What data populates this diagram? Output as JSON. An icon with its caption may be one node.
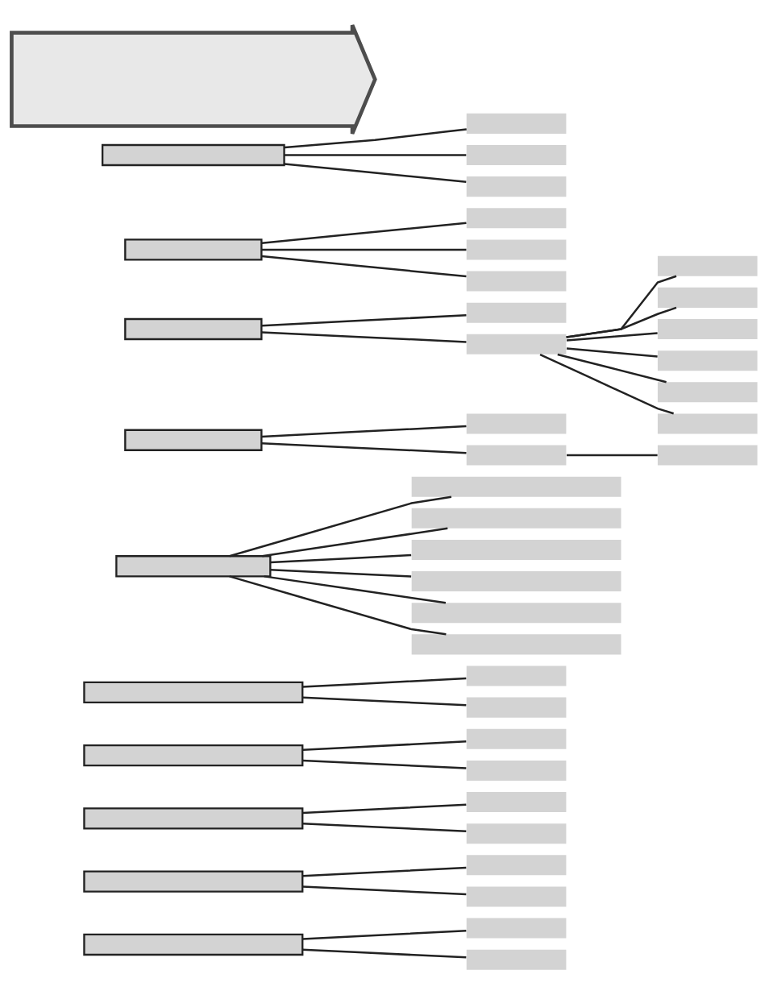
{
  "diagram": {
    "nodes": [
      {
        "text": [],
        "shape": "box"
      },
      {
        "text": [],
        "shape": "bar"
      },
      {
        "text": [],
        "shape": "bar"
      },
      {
        "text": [],
        "shape": "box"
      },
      {
        "text": [],
        "shape": "bar"
      },
      {
        "text": [],
        "shape": "bar"
      },
      {
        "text": [],
        "shape": "box"
      },
      {
        "text": [],
        "shape": "bar"
      },
      {
        "text": [],
        "shape": "bar"
      },
      {
        "text": [],
        "shape": "box"
      },
      {
        "text": [],
        "shape": "bar"
      },
      {
        "text": [],
        "shape": "bar"
      },
      {
        "text": [],
        "shape": "box"
      },
      {
        "text": [],
        "shape": "bar"
      },
      {
        "text": [],
        "shape": "bar"
      },
      {
        "text": [],
        "shape": "box"
      },
      {
        "text": [],
        "shape": "bar"
      },
      {
        "text": [],
        "shape": "bar"
      },
      {
        "text": [],
        "shape": "bar"
      },
      {
        "text": [],
        "shape": "bar"
      },
      {
        "text": [],
        "shape": "bar"
      },
      {
        "text": [],
        "shape": "bar"
      },
      {
        "text": [],
        "shape": "box"
      },
      {
        "text": [],
        "shape": "bar"
      },
      {
        "text": [],
        "shape": "bar"
      },
      {
        "text": [],
        "shape": "bar"
      },
      {
        "text": [],
        "shape": "box"
      },
      {
        "text": [],
        "shape": "bar"
      },
      {
        "text": [],
        "shape": "bar"
      },
      {
        "text": [],
        "shape": "bar"
      },
      {
        "text": [],
        "shape": "bar"
      },
      {
        "text": [],
        "shape": "bar"
      },
      {
        "text": [],
        "shape": "bar"
      },
      {
        "text": [],
        "shape": "bar"
      },
      {
        "text": [],
        "shape": "bar"
      },
      {
        "text": [],
        "shape": "box"
      },
      {
        "text": [],
        "shape": "bar"
      },
      {
        "text": [],
        "shape": "bar"
      },
      {
        "text": [],
        "shape": "bar"
      },
      {
        "text": [],
        "shape": "box"
      },
      {
        "text": [],
        "shape": "bar"
      },
      {
        "text": [],
        "shape": "bar"
      },
      {
        "text": [],
        "shape": "bar"
      },
      {
        "text": [],
        "shape": "arrow"
      }
    ],
    "edges": [
      {
        "from": 0,
        "to": 1,
        "arrow": "none"
      },
      {
        "from": 0,
        "to": 2,
        "arrow": "none"
      },
      {
        "from": 3,
        "to": 4,
        "arrow": "none"
      },
      {
        "from": 3,
        "to": 5,
        "arrow": "none"
      },
      {
        "from": 6,
        "to": 7,
        "arrow": "none"
      },
      {
        "from": 6,
        "to": 8,
        "arrow": "none"
      },
      {
        "from": 9,
        "to": 10,
        "arrow": "none"
      },
      {
        "from": 9,
        "to": 11,
        "arrow": "none"
      },
      {
        "from": 12,
        "to": 13,
        "arrow": "none"
      },
      {
        "from": 12,
        "to": 14,
        "arrow": "none"
      },
      {
        "from": 15,
        "to": 16,
        "arrow": "none"
      },
      {
        "from": 15,
        "to": 17,
        "arrow": "none"
      },
      {
        "from": 15,
        "to": 18,
        "arrow": "none"
      },
      {
        "from": 15,
        "to": 19,
        "arrow": "none"
      },
      {
        "from": 15,
        "to": 20,
        "arrow": "none"
      },
      {
        "from": 15,
        "to": 21,
        "arrow": "none"
      },
      {
        "from": 22,
        "to": 23,
        "arrow": "none"
      },
      {
        "from": 22,
        "to": 24,
        "arrow": "none"
      },
      {
        "from": 24,
        "to": 25,
        "arrow": "none"
      },
      {
        "from": 26,
        "to": 27,
        "arrow": "none"
      },
      {
        "from": 26,
        "to": 28,
        "arrow": "none"
      },
      {
        "from": 28,
        "to": 29,
        "arrow": "none"
      },
      {
        "from": 28,
        "to": 30,
        "arrow": "none"
      },
      {
        "from": 28,
        "to": 31,
        "arrow": "none"
      },
      {
        "from": 28,
        "to": 32,
        "arrow": "none"
      },
      {
        "from": 28,
        "to": 33,
        "arrow": "none"
      },
      {
        "from": 28,
        "to": 34,
        "arrow": "none"
      },
      {
        "from": 35,
        "to": 36,
        "arrow": "none"
      },
      {
        "from": 35,
        "to": 37,
        "arrow": "none"
      },
      {
        "from": 35,
        "to": 38,
        "arrow": "none"
      },
      {
        "from": 39,
        "to": 40,
        "arrow": "none"
      },
      {
        "from": 39,
        "to": 41,
        "arrow": "none"
      },
      {
        "from": 39,
        "to": 42,
        "arrow": "none"
      }
    ]
  }
}
